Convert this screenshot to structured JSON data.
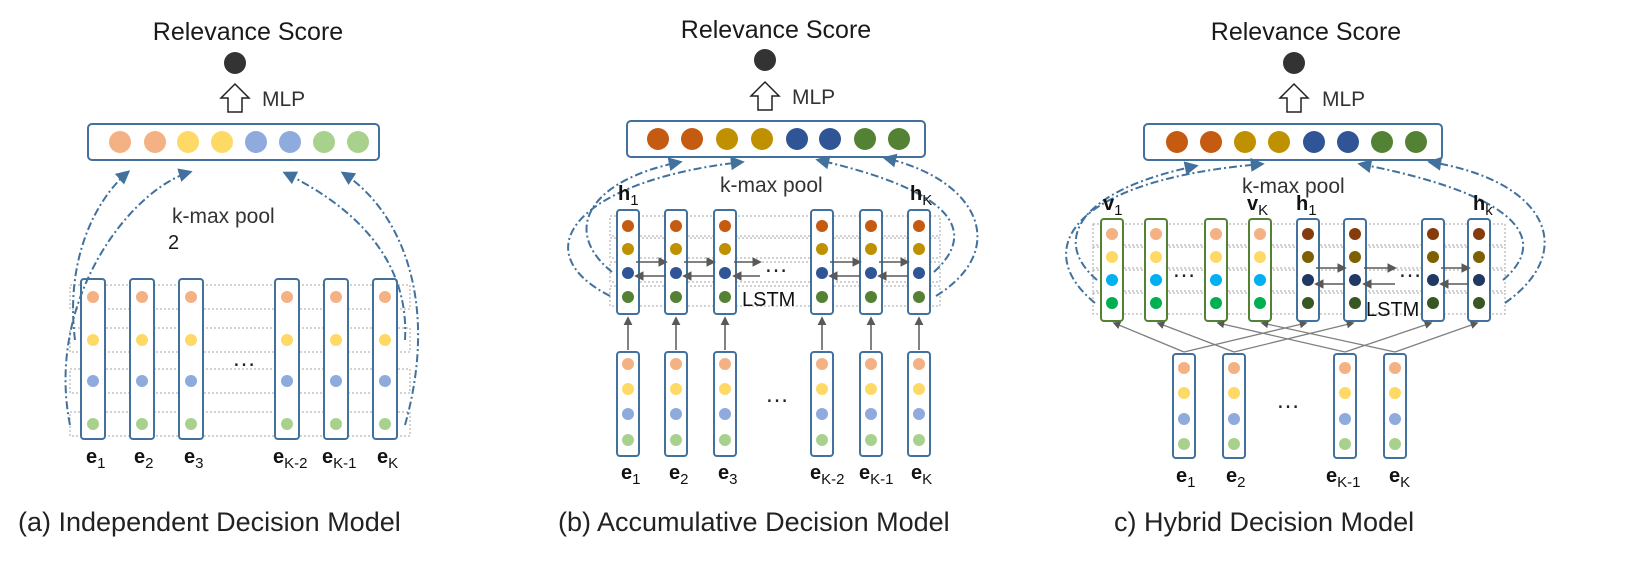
{
  "panels": {
    "a": {
      "title": "Relevance  Score",
      "mlp": "MLP",
      "pool": "k-max pool",
      "pool_k": "2",
      "caption": "(a) Independent  Decision Model",
      "inputs": [
        {
          "b": "e",
          "s": "1"
        },
        {
          "b": "e",
          "s": "2"
        },
        {
          "b": "e",
          "s": "3"
        },
        {
          "b": "e",
          "s": "K-2"
        },
        {
          "b": "e",
          "s": "K-1"
        },
        {
          "b": "e",
          "s": "K"
        }
      ],
      "ellipsis": "…"
    },
    "b": {
      "title": "Relevance  Score",
      "mlp": "MLP",
      "pool": "k-max pool",
      "lstm": "LSTM",
      "caption": "(b) Accumulative  Decision Model",
      "h_first": {
        "b": "h",
        "s": "1"
      },
      "h_last": {
        "b": "h",
        "s": "K"
      },
      "inputs": [
        {
          "b": "e",
          "s": "1"
        },
        {
          "b": "e",
          "s": "2"
        },
        {
          "b": "e",
          "s": "3"
        },
        {
          "b": "e",
          "s": "K-2"
        },
        {
          "b": "e",
          "s": "K-1"
        },
        {
          "b": "e",
          "s": "K"
        }
      ],
      "ellipsis": "…"
    },
    "c": {
      "title": "Relevance  Score",
      "mlp": "MLP",
      "pool": "k-max pool",
      "lstm": "LSTM",
      "caption": "c) Hybrid Decision Model",
      "v_first": {
        "b": "v",
        "s": "1"
      },
      "v_last": {
        "b": "v",
        "s": "K"
      },
      "h_first": {
        "b": "h",
        "s": "1"
      },
      "h_last": {
        "b": "h",
        "s": "k"
      },
      "inputs": [
        {
          "b": "e",
          "s": "1"
        },
        {
          "b": "e",
          "s": "2"
        },
        {
          "b": "e",
          "s": "K-1"
        },
        {
          "b": "e",
          "s": "K"
        }
      ],
      "ellipsis": "…"
    }
  },
  "colors": {
    "box_border": "#41719c",
    "green_border": "#548235",
    "arrow": "#41719c",
    "score_node": "#333333",
    "light_palette": [
      "#f4b183",
      "#ffd966",
      "#8faadc",
      "#a9d18e"
    ],
    "dark_palette": [
      "#c55a11",
      "#bf9000",
      "#2f5597",
      "#548235"
    ],
    "bright_palette": [
      "#f4b183",
      "#ffd966",
      "#00b0f0",
      "#00b050"
    ],
    "deep_palette": [
      "#843c0c",
      "#7f6000",
      "#1f3864",
      "#385723"
    ]
  }
}
